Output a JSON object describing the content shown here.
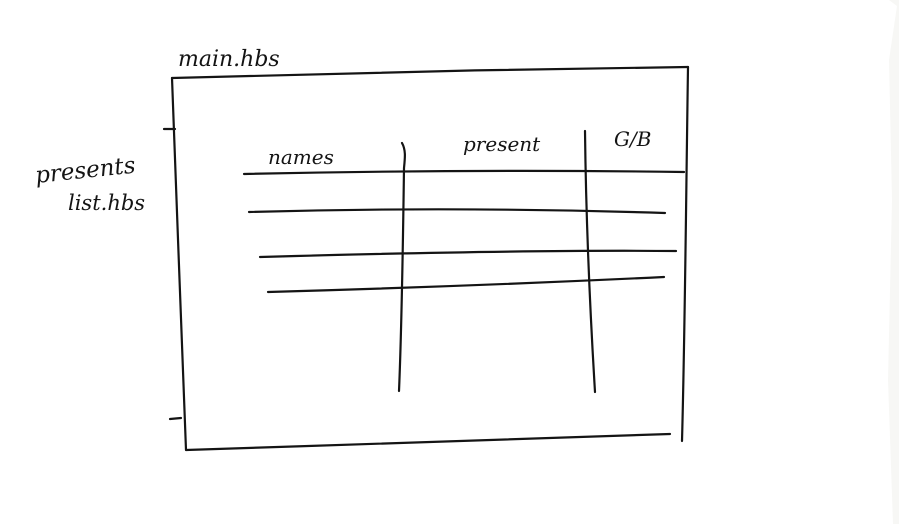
{
  "outer_template": {
    "label": "main.hbs"
  },
  "partial_template": {
    "label_line1": "presents",
    "label_line2": "list.hbs"
  },
  "table": {
    "columns": [
      "names",
      "present",
      "G/B"
    ],
    "row_count": 4
  },
  "colors": {
    "paper": "#ffffff",
    "background": "#f7f7f5",
    "ink": "#141414"
  }
}
